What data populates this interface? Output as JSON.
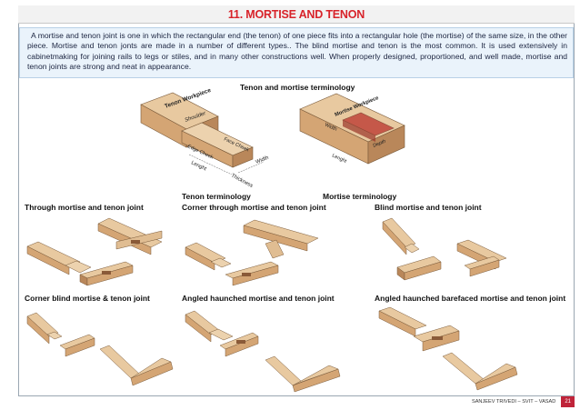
{
  "title": "11. MORTISE AND TENON",
  "intro": "A mortise and tenon joint is one in which the rectangular end (the tenon) of one piece fits into a rectangular hole (the mortise) of the same size, in the other piece. Mortise and tenon jonts are made in a number of different types.. The blind mortise and tenon is the most common. It is used extensively in cabinetmaking for joining rails to legs or stiles, and in many other constructions well. When properly designed, proportioned, and well made, mortise and tenon joints are strong and neat in appearance.",
  "terminology": {
    "heading": "Tenon and mortise terminology",
    "tenon_caption": "Tenon  terminology",
    "mortise_caption": "Mortise terminology",
    "tenon_labels": {
      "workpiece": "Tenon Workpiece",
      "shoulder": "Shoulder",
      "face_cheek": "Face Cheek",
      "edge_cheek": "Edge Cheek",
      "length": "Lenght",
      "width": "Width",
      "thickness": "Thickness"
    },
    "mortise_labels": {
      "workpiece": "Mortise Workpiece",
      "width": "Width",
      "depth": "Depth",
      "length": "Lenght"
    }
  },
  "joints": [
    {
      "label": "Through mortise and tenon joint"
    },
    {
      "label": "Corner through mortise and tenon joint"
    },
    {
      "label": "Blind mortise and tenon joint"
    },
    {
      "label": "Corner blind mortise & tenon joint"
    },
    {
      "label": "Angled haunched mortise and tenon joint"
    },
    {
      "label": "Angled haunched barefaced mortise and tenon joint"
    }
  ],
  "footer": {
    "author": "SANJEEV TRIVEDI – SVIT – VASAD",
    "page": "21"
  },
  "colors": {
    "title": "#d8232a",
    "wood_top": "#e8c9a0",
    "wood_front": "#d4a574",
    "wood_side": "#b9875a",
    "mortise_hole": "#c0453a",
    "page_badge": "#c0243a"
  }
}
